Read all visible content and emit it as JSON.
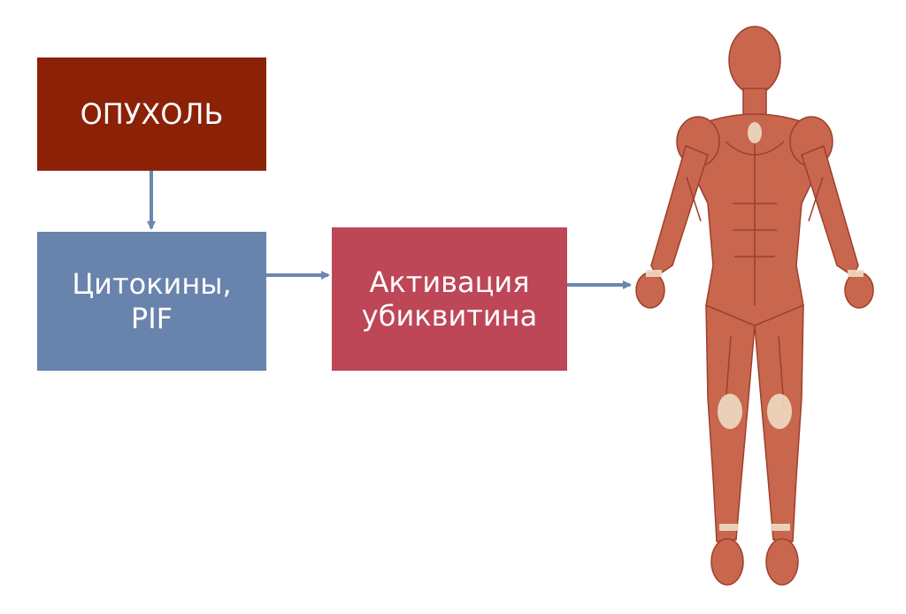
{
  "nodes": {
    "tumor": {
      "label": "ОПУХОЛЬ",
      "color": "#8b2207"
    },
    "cytokines": {
      "label": "Цитокины,\nPIF",
      "color": "#6883ac"
    },
    "ubiquitin": {
      "label": "Активация\nубиквитина",
      "color": "#bd4657"
    }
  },
  "edges": [
    {
      "from": "tumor",
      "to": "cytokines"
    },
    {
      "from": "cytokines",
      "to": "ubiquitin"
    },
    {
      "from": "ubiquitin",
      "to": "human-figure"
    }
  ],
  "colors": {
    "arrow": "#6d86b0",
    "muscle": "#c9664e",
    "muscle_dark": "#9e3f2c",
    "tendon": "#eedcc4"
  },
  "icons": [
    "arrow-down-icon",
    "arrow-right-icon",
    "muscle-anatomy-figure"
  ]
}
